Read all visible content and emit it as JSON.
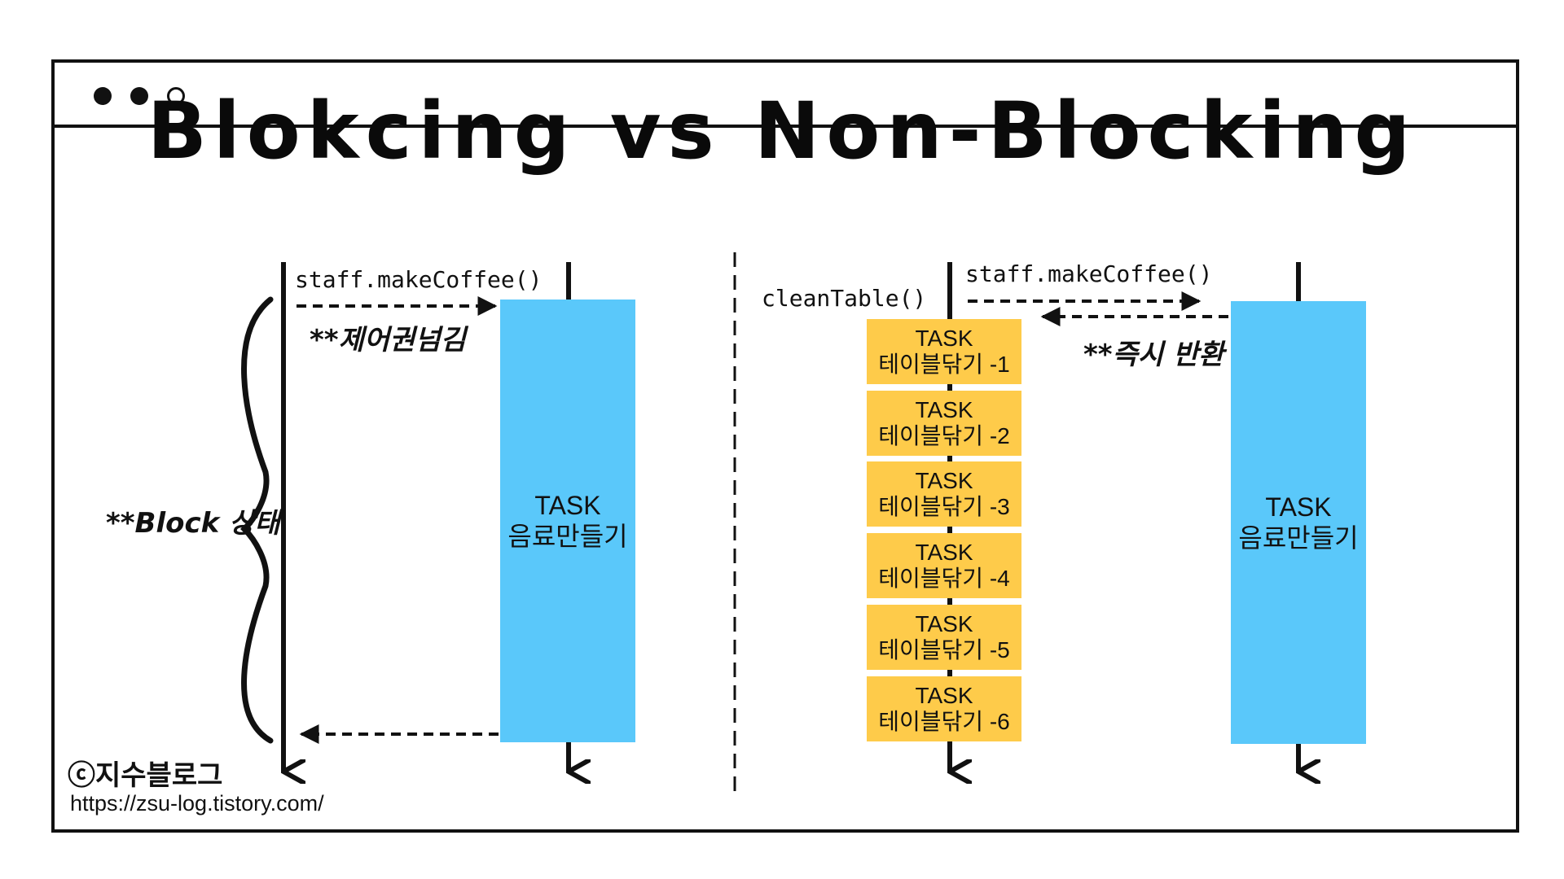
{
  "window": {
    "dots": [
      "filled",
      "filled",
      "hollow"
    ]
  },
  "title": "Blokcing vs Non-Blocking",
  "blocking": {
    "call_label": "staff.makeCoffee()",
    "handoff_note": "**제어권넘김",
    "block_note": "**Block 상태",
    "task": {
      "label": "TASK",
      "name": "음료만들기"
    }
  },
  "non_blocking": {
    "local_call_label": "cleanTable()",
    "call_label": "staff.makeCoffee()",
    "return_note": "**즉시 반환",
    "local_tasks": [
      {
        "label": "TASK",
        "name": "테이블닦기 -1"
      },
      {
        "label": "TASK",
        "name": "테이블닦기 -2"
      },
      {
        "label": "TASK",
        "name": "테이블닦기 -3"
      },
      {
        "label": "TASK",
        "name": "테이블닦기 -4"
      },
      {
        "label": "TASK",
        "name": "테이블닦기 -5"
      },
      {
        "label": "TASK",
        "name": "테이블닦기 -6"
      }
    ],
    "task": {
      "label": "TASK",
      "name": "음료만들기"
    }
  },
  "footer": {
    "credit": "ⓒ지수블로그",
    "url": "https://zsu-log.tistory.com/"
  },
  "colors": {
    "task_blue": "#5ac8fa",
    "task_yellow": "#fecb4a",
    "ink": "#111111"
  }
}
